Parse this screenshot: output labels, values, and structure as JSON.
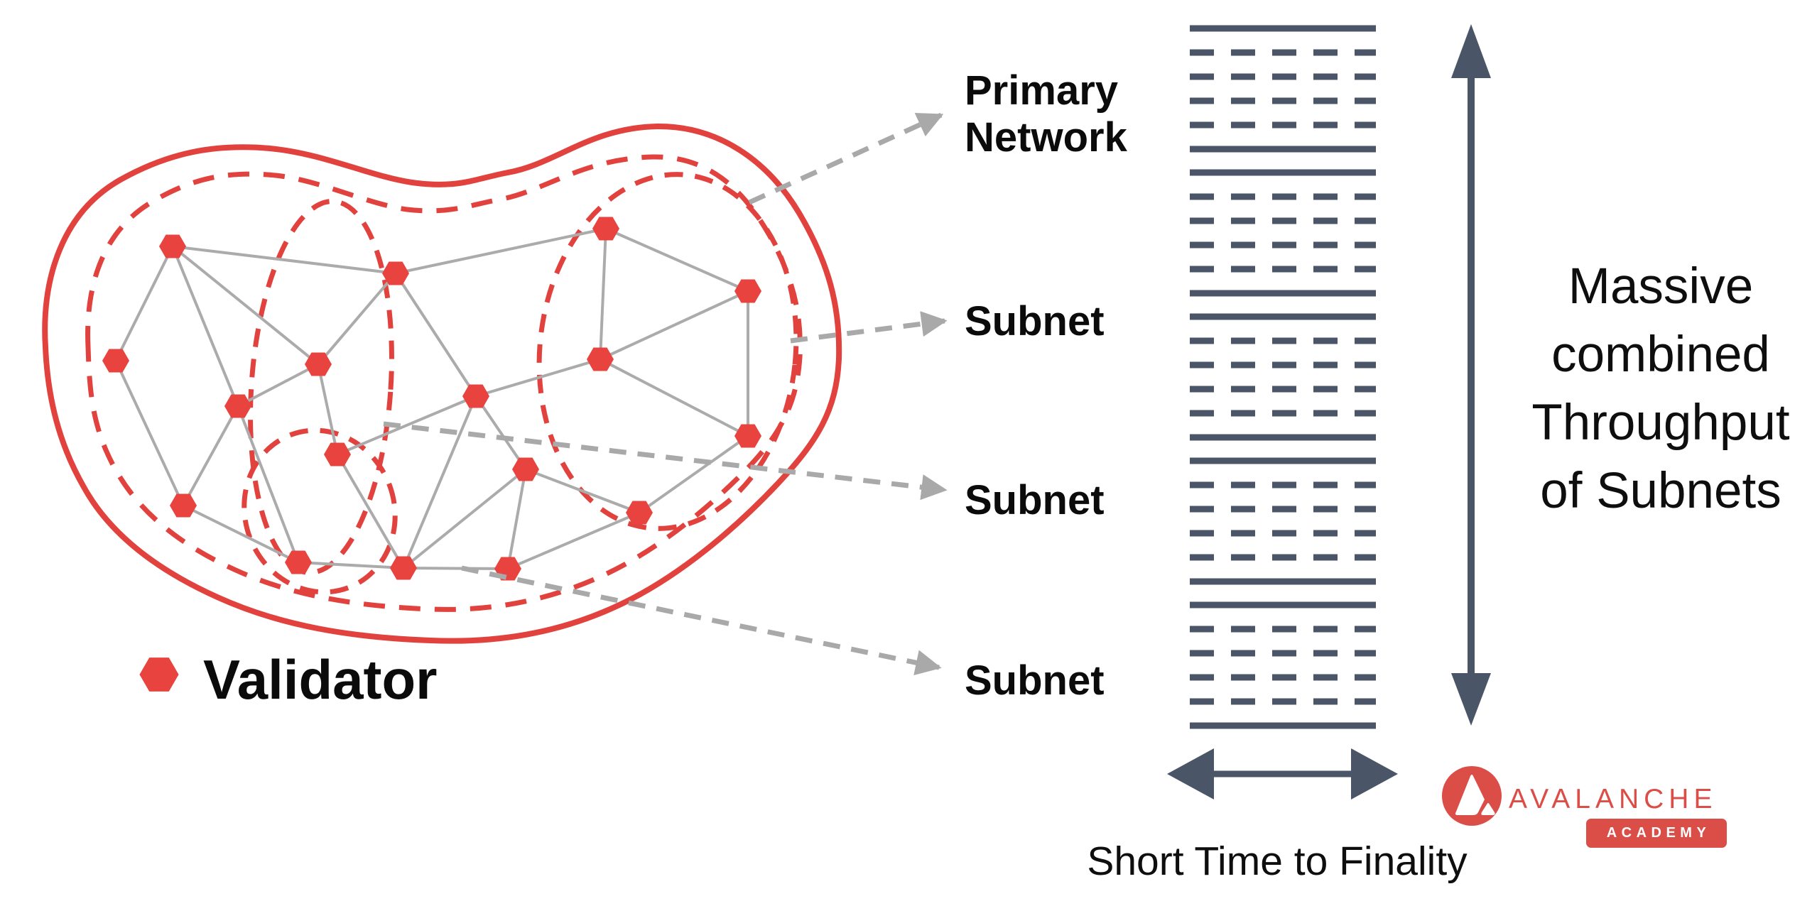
{
  "diagram": {
    "legend": {
      "label": "Validator"
    },
    "callouts": {
      "primary_network": {
        "lines": [
          "Primary",
          "Network"
        ]
      },
      "subnets": [
        "Subnet",
        "Subnet",
        "Subnet"
      ]
    }
  },
  "throughput_panel": {
    "caption_lines": [
      "Massive",
      "combined",
      "Throughput",
      "of Subnets"
    ],
    "x_caption": "Short Time to Finality",
    "blocks": 5,
    "dashed_rows_per_block": 4
  },
  "logo": {
    "brand": "AVALANCHE",
    "sub": "ACADEMY"
  },
  "colors": {
    "diagram_red": "#e2423e",
    "node_red": "#e8433f",
    "logo_red": "#db4e47",
    "navy": "#4a5568",
    "edge_gray": "#ababab",
    "arrow_gray": "#a9a9a9",
    "text_black": "#0b0b0b"
  }
}
